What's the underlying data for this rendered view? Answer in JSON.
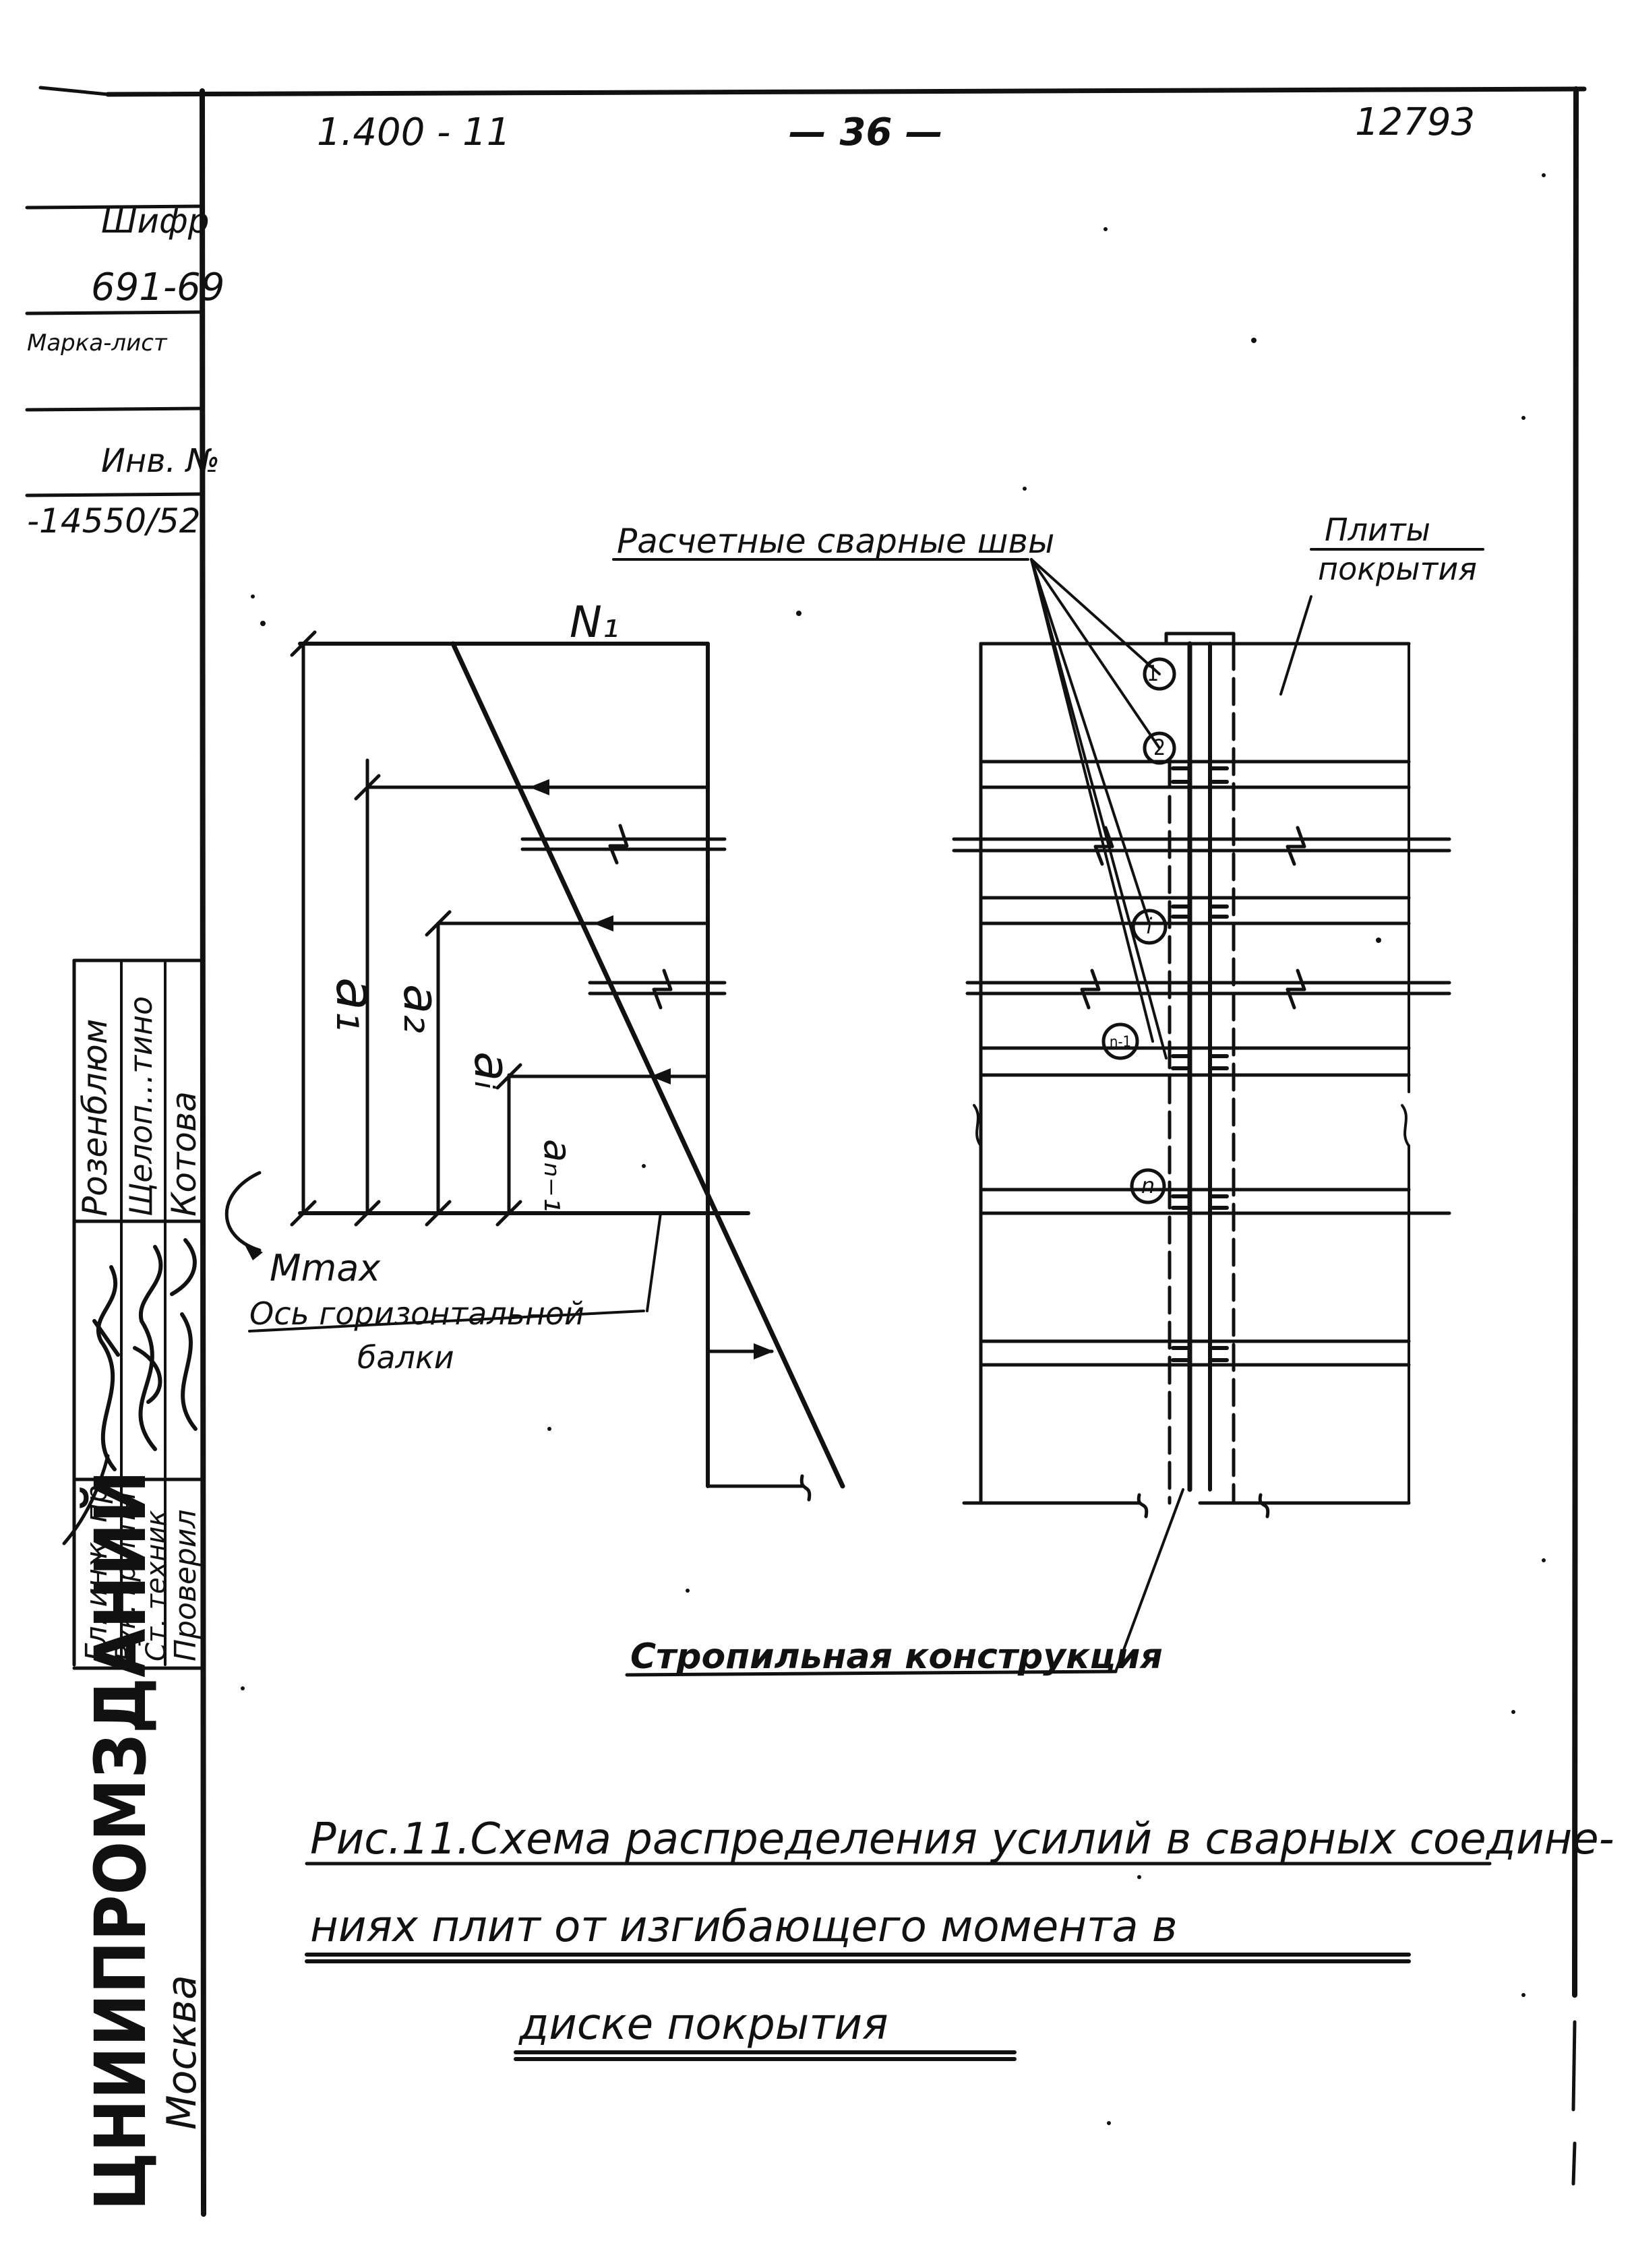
{
  "header": {
    "series": "1.400 - 11",
    "page": "— 36 —",
    "archive_no": "12793"
  },
  "side_stamp": {
    "code_label": "Шифр",
    "code_value": "691-69",
    "mark_label": "Марка-лист",
    "inv_label": "Инв. №",
    "inv_value": "-14550/52",
    "surnames": [
      "Розенблюм",
      "Щелоп…тино",
      "Котова"
    ],
    "roles": [
      "Гл. инж. пр.",
      "Рук. группы",
      "Ст. техник",
      "Проверил"
    ],
    "institute": "ЦНИИПРОМЗДАНИЙ",
    "city": "Москва"
  },
  "labels": {
    "welds": "Расчетные сварные швы",
    "slabs_1": "Плиты",
    "slabs_2": "покрытия",
    "n1": "N₁",
    "a1": "a₁",
    "a2": "a₂",
    "ai": "aᵢ",
    "an1": "aₙ₋₁",
    "mmax": "Mmax",
    "axis_1": "Ось горизонтальной",
    "axis_2": "балки",
    "structure": "Стропильная конструкция",
    "w1": "1",
    "w2": "2",
    "wi": "i",
    "wn1": "n-1",
    "wn": "n"
  },
  "caption": {
    "line1": "Рис.11.Схема распределения усилий в сварных соедине-",
    "line2": "ниях плит от изгибающего момента в",
    "line3": "диске покрытия"
  }
}
